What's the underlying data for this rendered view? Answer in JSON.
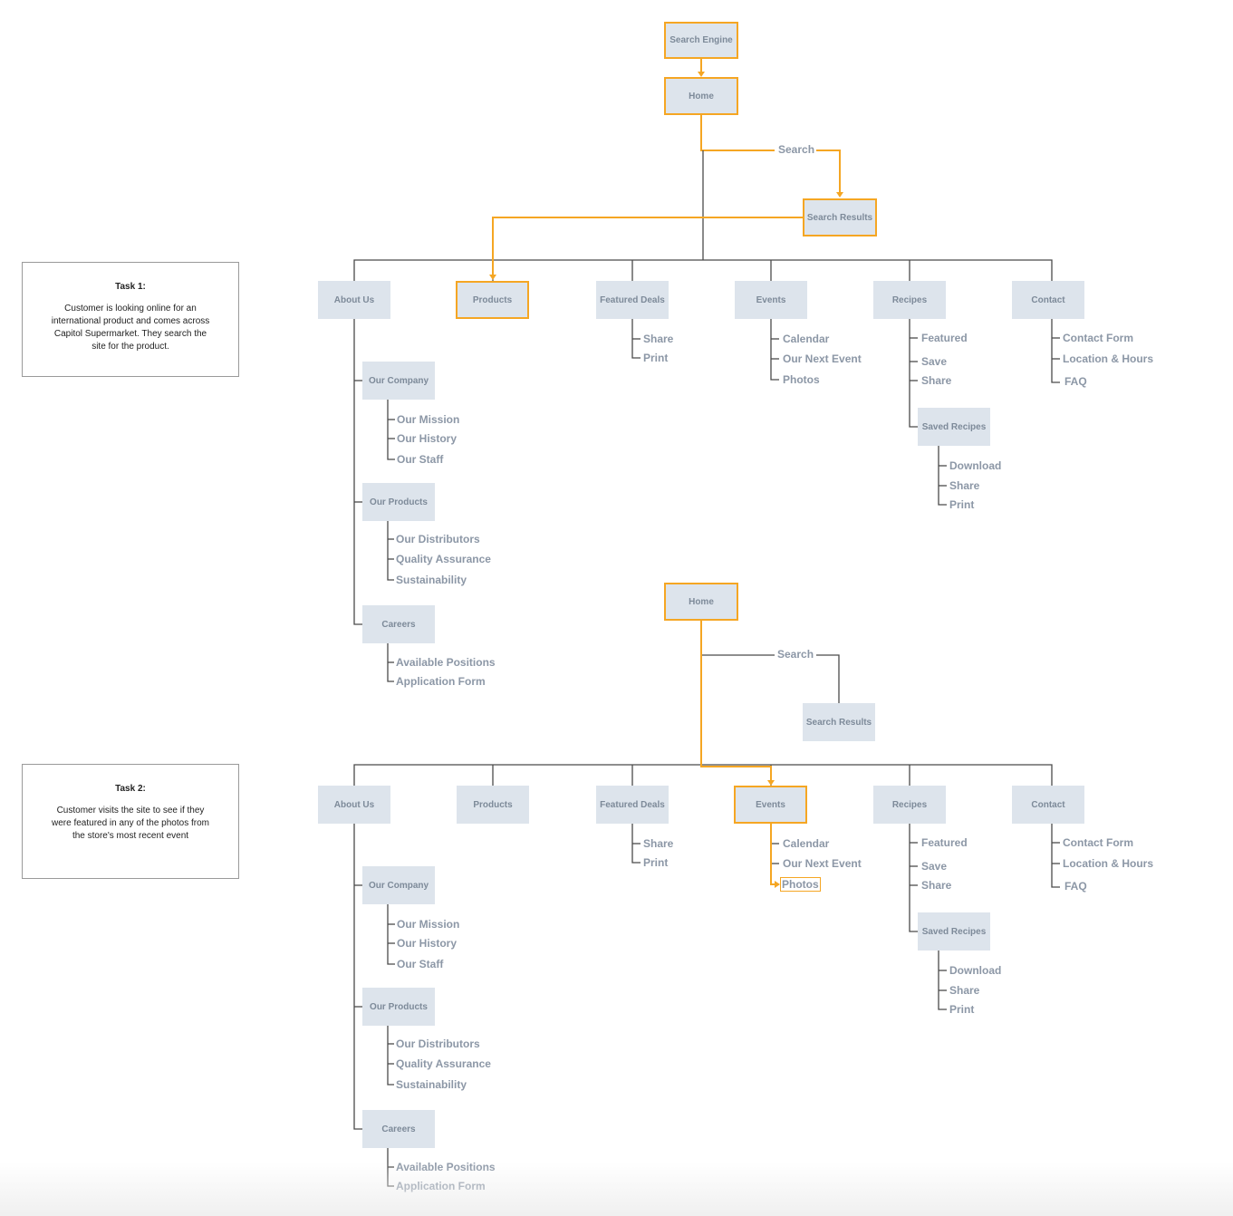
{
  "tasks": [
    {
      "title": "Task 1:",
      "text": "Customer is looking online for an international product and comes across Capitol Supermarket. They search the site for the product."
    },
    {
      "title": "Task 2:",
      "text": "Customer visits the site to see if they were featured in any of the photos from the store's most recent event"
    }
  ],
  "flow1": {
    "search_engine": "Search Engine",
    "home": "Home",
    "search": "Search",
    "search_results": "Search Results",
    "highlighted_path": [
      "Search Engine",
      "Home",
      "Search",
      "Search Results",
      "Products"
    ]
  },
  "flow2": {
    "home": "Home",
    "search": "Search",
    "search_results": "Search Results",
    "highlighted_path": [
      "Home",
      "Events",
      "Photos"
    ]
  },
  "sitemap": {
    "sections": [
      {
        "label": "About Us",
        "groups": [
          {
            "label": "Our Company",
            "items": [
              "Our Mission",
              "Our History",
              "Our Staff"
            ]
          },
          {
            "label": "Our Products",
            "items": [
              "Our Distributors",
              "Quality Assurance",
              "Sustainability"
            ]
          },
          {
            "label": "Careers",
            "items": [
              "Available Positions",
              "Application Form"
            ]
          }
        ]
      },
      {
        "label": "Products",
        "items": []
      },
      {
        "label": "Featured Deals",
        "items": [
          "Share",
          "Print"
        ]
      },
      {
        "label": "Events",
        "items": [
          "Calendar",
          "Our Next Event",
          "Photos"
        ]
      },
      {
        "label": "Recipes",
        "items": [
          "Featured",
          "Save",
          "Share"
        ],
        "group": {
          "label": "Saved Recipes",
          "items": [
            "Download",
            "Share",
            "Print"
          ]
        }
      },
      {
        "label": "Contact",
        "items": [
          "Contact Form",
          "Location & Hours",
          "FAQ"
        ]
      }
    ]
  },
  "colors": {
    "highlight": "#f5a623",
    "box": "#dde4ec",
    "line": "#4a4a4a",
    "text": "#8c97a6"
  }
}
